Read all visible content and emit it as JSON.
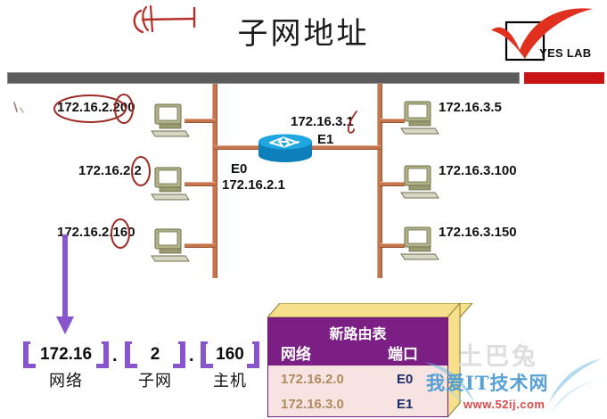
{
  "page": {
    "title": "子网地址",
    "handwritten_annotation": "red-ink-scribble"
  },
  "logo": {
    "text": "YES LAB",
    "checkmark_color": "#e03020",
    "box_color": "#000000"
  },
  "bar": {
    "gray_color": "#5c5c5c",
    "red_color": "#c81414"
  },
  "network": {
    "wire_color": "#c4764f",
    "left_segment": {
      "hosts": [
        {
          "ip": "172.16.2.200",
          "circled_parts": [
            "172.16",
            "2"
          ]
        },
        {
          "ip": "172.16.2.2",
          "circled_parts": [
            "2"
          ]
        },
        {
          "ip": "172.16.2.160",
          "circled_parts": [
            "2"
          ]
        }
      ]
    },
    "right_segment": {
      "hosts": [
        {
          "ip": "172.16.3.5",
          "circled_parts": []
        },
        {
          "ip": "172.16.3.100",
          "circled_parts": []
        },
        {
          "ip": "172.16.3.150",
          "circled_parts": []
        }
      ]
    },
    "router": {
      "icon": "router-icon",
      "color": "#1c9ad6",
      "interfaces": [
        {
          "name": "E0",
          "ip": "172.16.2.1"
        },
        {
          "name": "E1",
          "ip": "172.16.3.1"
        }
      ]
    }
  },
  "address_breakdown": {
    "arrow_color": "#8855cc",
    "bracket_color": "#8855cc",
    "separator": ".",
    "parts": [
      {
        "value": "172.16",
        "label": "网络"
      },
      {
        "value": "2",
        "label": "子网"
      },
      {
        "value": "160",
        "label": "主机"
      }
    ]
  },
  "routing_table": {
    "title": "新路由表",
    "header_bg": "#7b1f84",
    "top_face_color": "#f6e08c",
    "body_bg": "#f7e4e2",
    "columns": [
      "网络",
      "端口"
    ],
    "rows": [
      {
        "network": "172.16.2.0",
        "port": "E0"
      },
      {
        "network": "172.16.3.0",
        "port": "E1"
      }
    ]
  },
  "watermark": {
    "line1": "土巴兔",
    "line2": "我爱IT技术网",
    "line3": "www.52ij.com"
  }
}
